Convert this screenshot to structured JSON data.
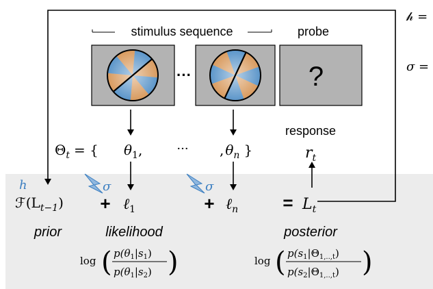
{
  "top_labels": {
    "stimulus_sequence": "stimulus sequence",
    "probe": "probe"
  },
  "probe_mark": "?",
  "ellipsis": "···",
  "right_side": {
    "h_label": "𝒽 =",
    "sigma_label": "σ ="
  },
  "theta_row": {
    "Theta_t": "Θ",
    "t_sub": "t",
    "equals_brace": "= {",
    "theta": "θ",
    "sub_1": "1",
    "sub_n": "n",
    "comma": ",",
    "ellipsis": "···",
    "close_brace": "}"
  },
  "response": {
    "label": "response",
    "r": "r",
    "t_sub": "t"
  },
  "bottom_row": {
    "h_symbol": "h",
    "sigma": "σ",
    "prior_formula_F": "ℱ(L",
    "prior_sub": "t−1",
    "prior_close": ")",
    "plus": "+",
    "ell": "ℓ",
    "sub_1": "1",
    "sub_n": "n",
    "equals": "=",
    "L": "L",
    "L_sub": "t"
  },
  "captions": {
    "prior": "prior",
    "likelihood": "likelihood",
    "posterior": "posterior"
  },
  "formulas": {
    "log": "log",
    "lik_num": "p(θ",
    "lik_num_sub": "1",
    "lik_num_mid": "|s",
    "lik_num_sub2": "1",
    "lik_num_end": ")",
    "lik_den": "p(θ",
    "lik_den_sub": "1",
    "lik_den_mid": "|s",
    "lik_den_sub2": "2",
    "lik_den_end": ")",
    "post_num": "p(s",
    "post_num_sub": "1",
    "post_num_mid": "|Θ",
    "post_num_sub2": "1,..,t",
    "post_num_end": ")",
    "post_den": "p(s",
    "post_den_sub": "2",
    "post_den_mid": "|Θ",
    "post_den_sub2": "1,..,t",
    "post_den_end": ")"
  },
  "colors": {
    "panel_gray": "#b3b3b3",
    "bottom_band": "#ececec",
    "blue_accent": "#3c7fc1",
    "stim_orange": "#d89a5e",
    "stim_blue": "#5b95c9"
  }
}
